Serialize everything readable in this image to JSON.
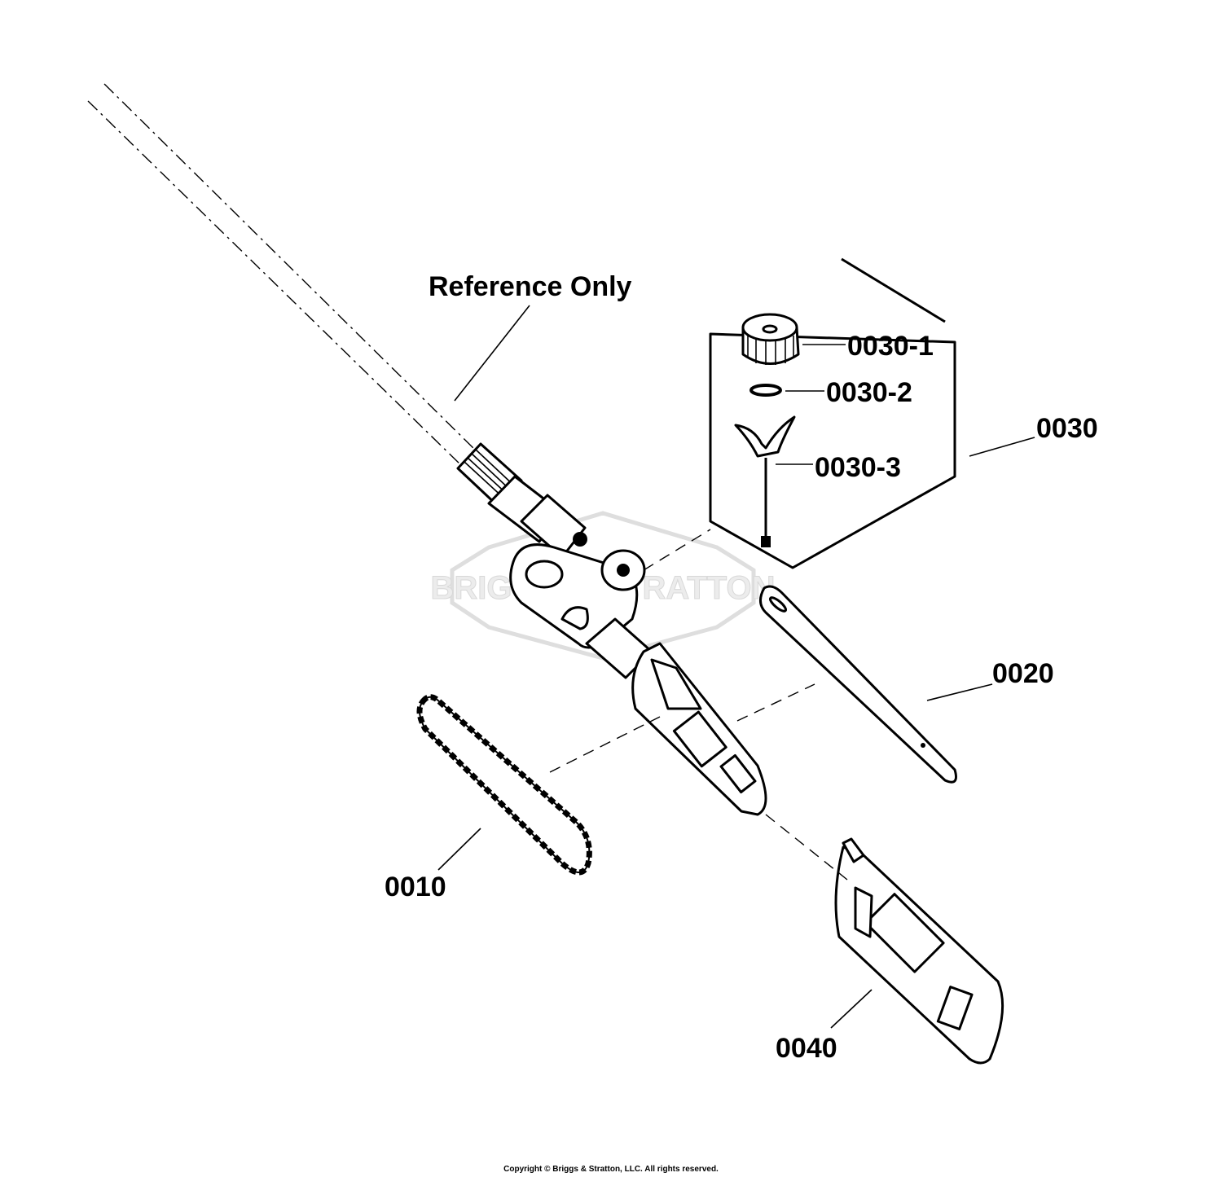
{
  "labels": {
    "reference": "Reference Only",
    "p0030_1": "0030-1",
    "p0030_2": "0030-2",
    "p0030_3": "0030-3",
    "p0030": "0030",
    "p0020": "0020",
    "p0010": "0010",
    "p0040": "0040"
  },
  "watermark": "BRIGGS & STRATTON",
  "copyright": "Copyright © Briggs & Stratton, LLC. All rights reserved.",
  "icons": {
    "watermark": "briggs-stratton-logo-icon",
    "cap": "fuel-cap-icon",
    "gasket": "gasket-icon",
    "filter": "oil-filter-pickup-icon",
    "bar": "guide-bar-icon",
    "chain": "saw-chain-icon",
    "scabbard": "scabbard-cover-icon",
    "head": "pole-saw-head-icon"
  }
}
